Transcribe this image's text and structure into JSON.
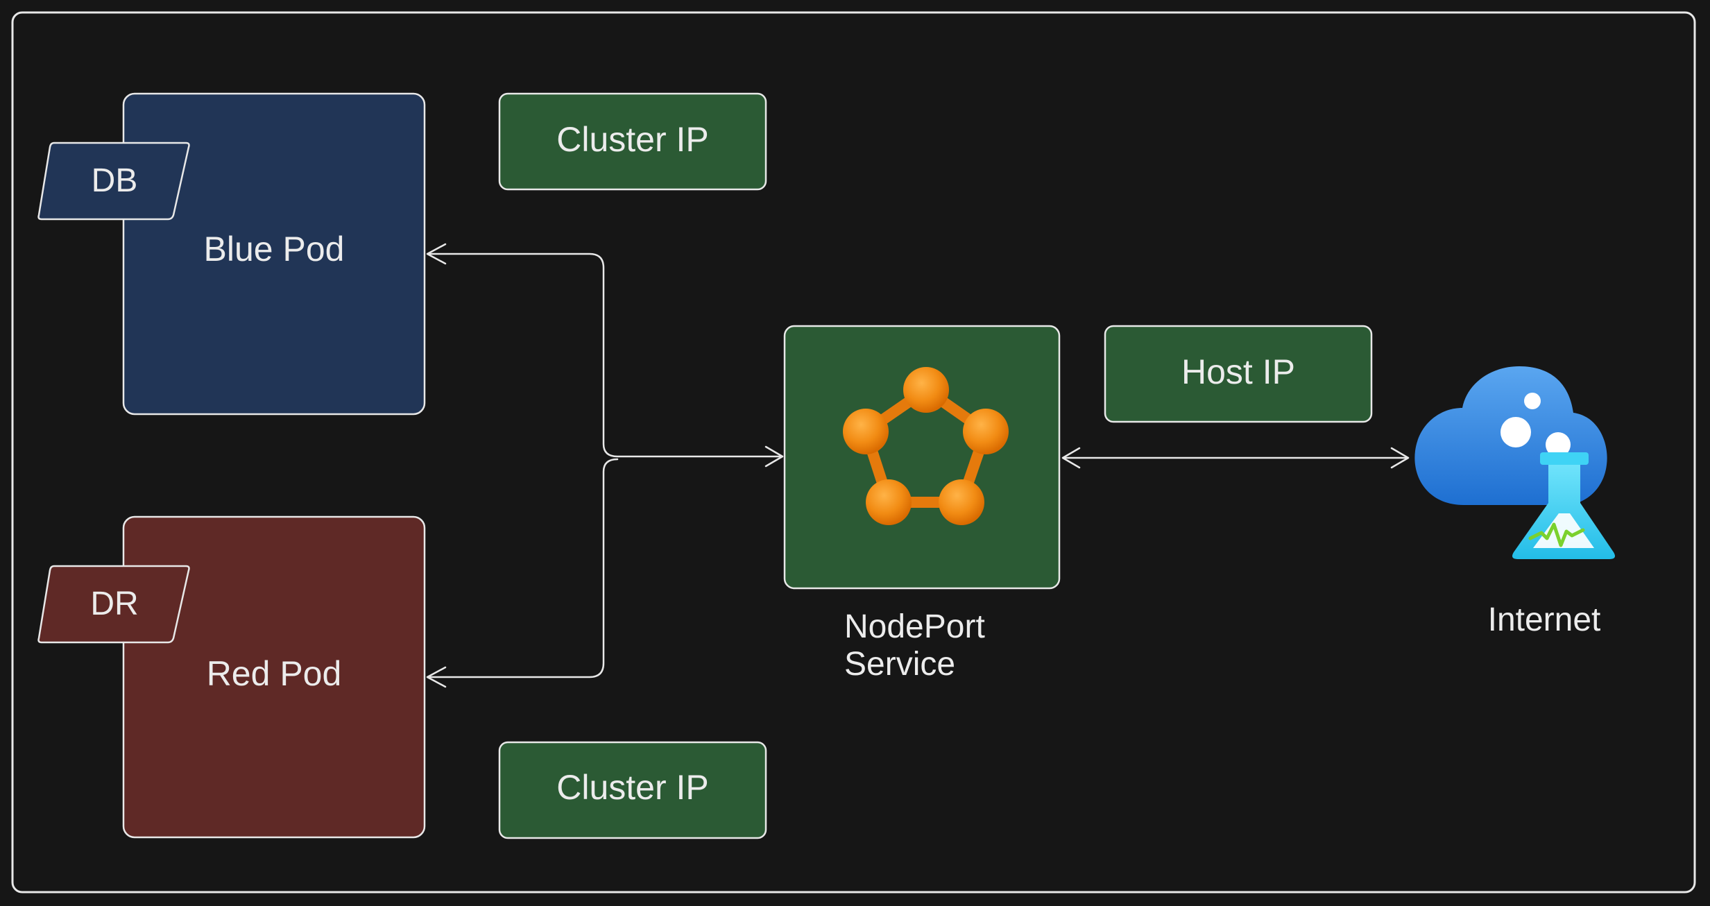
{
  "nodes": {
    "blue_pod": {
      "label": "Blue Pod",
      "fill": "#213556"
    },
    "db_tag": {
      "label": "DB",
      "fill": "#213556"
    },
    "red_pod": {
      "label": "Red Pod",
      "fill": "#5f2926"
    },
    "dr_tag": {
      "label": "DR",
      "fill": "#5f2926"
    },
    "cluster_ip_top": {
      "label": "Cluster IP",
      "fill": "#2b5a34"
    },
    "cluster_ip_bottom": {
      "label": "Cluster IP",
      "fill": "#2b5a34"
    },
    "host_ip": {
      "label": "Host IP",
      "fill": "#2b5a34"
    },
    "nodeport_service": {
      "label_line1": "NodePort",
      "label_line2": "Service",
      "fill": "#2b5a34",
      "icon": "pentagon-network-icon"
    },
    "internet": {
      "label": "Internet",
      "icon": "cloud-flask-icon"
    }
  },
  "colors": {
    "background": "#161616",
    "stroke": "#e8e8e8",
    "text": "#ececec",
    "orange": "#f28c14",
    "cloud_blue": "#3f8ee6",
    "flask_cyan": "#3fd3f5"
  }
}
